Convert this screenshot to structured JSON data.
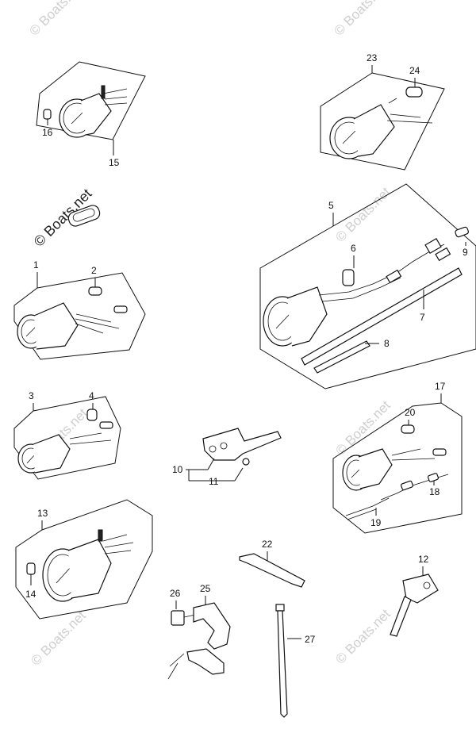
{
  "watermark": {
    "text": "© Boats.net",
    "main_text": "© Boats.net"
  },
  "callouts": {
    "c1": "1",
    "c2": "2",
    "c3": "3",
    "c4": "4",
    "c5": "5",
    "c6": "6",
    "c7": "7",
    "c8": "8",
    "c9": "9",
    "c10": "10",
    "c11": "11",
    "c12": "12",
    "c13": "13",
    "c14": "14",
    "c15": "15",
    "c16": "16",
    "c17": "17",
    "c18": "18",
    "c19": "19",
    "c20": "20",
    "c22": "22",
    "c23": "23",
    "c24": "24",
    "c25": "25",
    "c26": "26",
    "c27": "27"
  },
  "parts": [
    {
      "ref": "1",
      "icon": "gauge-icon"
    },
    {
      "ref": "2",
      "icon": "bulb-icon"
    },
    {
      "ref": "3",
      "icon": "gauge-icon"
    },
    {
      "ref": "4",
      "icon": "bulb-icon"
    },
    {
      "ref": "5",
      "icon": "gauge-kit-icon"
    },
    {
      "ref": "6",
      "icon": "bulb-icon"
    },
    {
      "ref": "7",
      "icon": "tube-icon"
    },
    {
      "ref": "8",
      "icon": "clip-icon"
    },
    {
      "ref": "9",
      "icon": "connector-icon"
    },
    {
      "ref": "10",
      "icon": "bracket-icon"
    },
    {
      "ref": "11",
      "icon": "screw-icon"
    },
    {
      "ref": "12",
      "icon": "trim-sender-icon"
    },
    {
      "ref": "13",
      "icon": "gauge-icon"
    },
    {
      "ref": "14",
      "icon": "bulb-icon"
    },
    {
      "ref": "15",
      "icon": "gauge-icon"
    },
    {
      "ref": "16",
      "icon": "bulb-icon"
    },
    {
      "ref": "17",
      "icon": "gauge-kit-icon"
    },
    {
      "ref": "18",
      "icon": "connector-icon"
    },
    {
      "ref": "19",
      "icon": "wire-harness-icon"
    },
    {
      "ref": "20",
      "icon": "bulb-icon"
    },
    {
      "ref": "22",
      "icon": "clip-icon"
    },
    {
      "ref": "23",
      "icon": "gauge-icon"
    },
    {
      "ref": "24",
      "icon": "bulb-icon"
    },
    {
      "ref": "25",
      "icon": "bracket-icon"
    },
    {
      "ref": "26",
      "icon": "bolt-icon"
    },
    {
      "ref": "27",
      "icon": "cable-tie-icon"
    }
  ]
}
